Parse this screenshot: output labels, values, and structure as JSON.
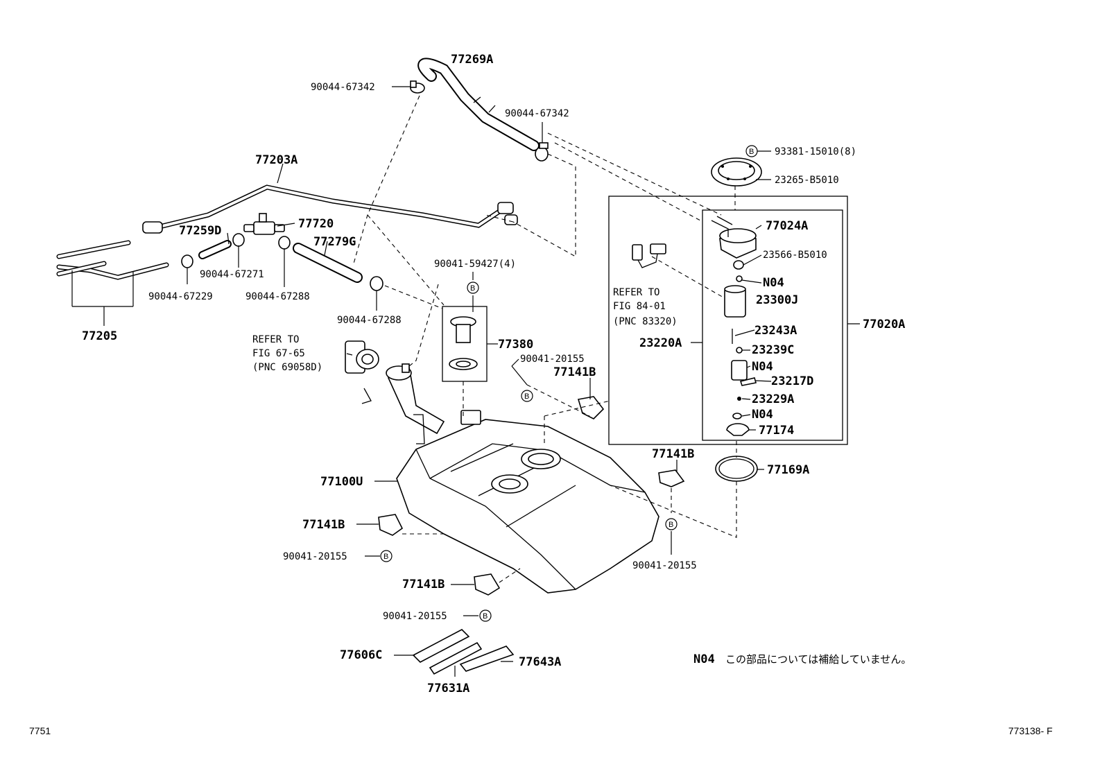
{
  "labels": {
    "p77269A": "77269A",
    "p90044_67342_top": "90044-67342",
    "p90044_67342_right": "90044-67342",
    "p93381": "93381-15010(8)",
    "p23265": "23265-B5010",
    "p77203A": "77203A",
    "p77259D": "77259D",
    "p77720": "77720",
    "p77279G": "77279G",
    "p90044_67271": "90044-67271",
    "p90044_67229": "90044-67229",
    "p90044_67288_a": "90044-67288",
    "p90044_67288_b": "90044-67288",
    "p77205": "77205",
    "p90041_59427": "90041-59427(4)",
    "p77380": "77380",
    "p90041_20155_a": "90041-20155",
    "p77141B_a": "77141B",
    "p77141B_b": "77141B",
    "p77141B_c": "77141B",
    "p77141B_d": "77141B",
    "p90041_20155_b": "90041-20155",
    "p90041_20155_c": "90041-20155",
    "p90041_20155_d": "90041-20155",
    "p77100U": "77100U",
    "p77606C": "77606C",
    "p77643A": "77643A",
    "p77631A": "77631A",
    "p77024A": "77024A",
    "p23566": "23566-B5010",
    "pN04_a": "N04",
    "p23300J": "23300J",
    "p23243A": "23243A",
    "p23220A": "23220A",
    "p23239C": "23239C",
    "pN04_b": "N04",
    "p23217D": "23217D",
    "p23229A": "23229A",
    "pN04_c": "N04",
    "p77174": "77174",
    "p77020A": "77020A",
    "p77169A": "77169A"
  },
  "refer_fig84": {
    "line1": "REFER TO",
    "line2": "FIG 84-01",
    "line3": "(PNC 83320)"
  },
  "refer_fig67": {
    "line1": "REFER TO",
    "line2": "FIG 67-65",
    "line3": "(PNC 69058D)"
  },
  "bolt_symbol": "B",
  "note": {
    "code": "N04",
    "text": "この部品については補給していません。"
  },
  "footer": {
    "left": "7751",
    "right": "773138- F"
  }
}
